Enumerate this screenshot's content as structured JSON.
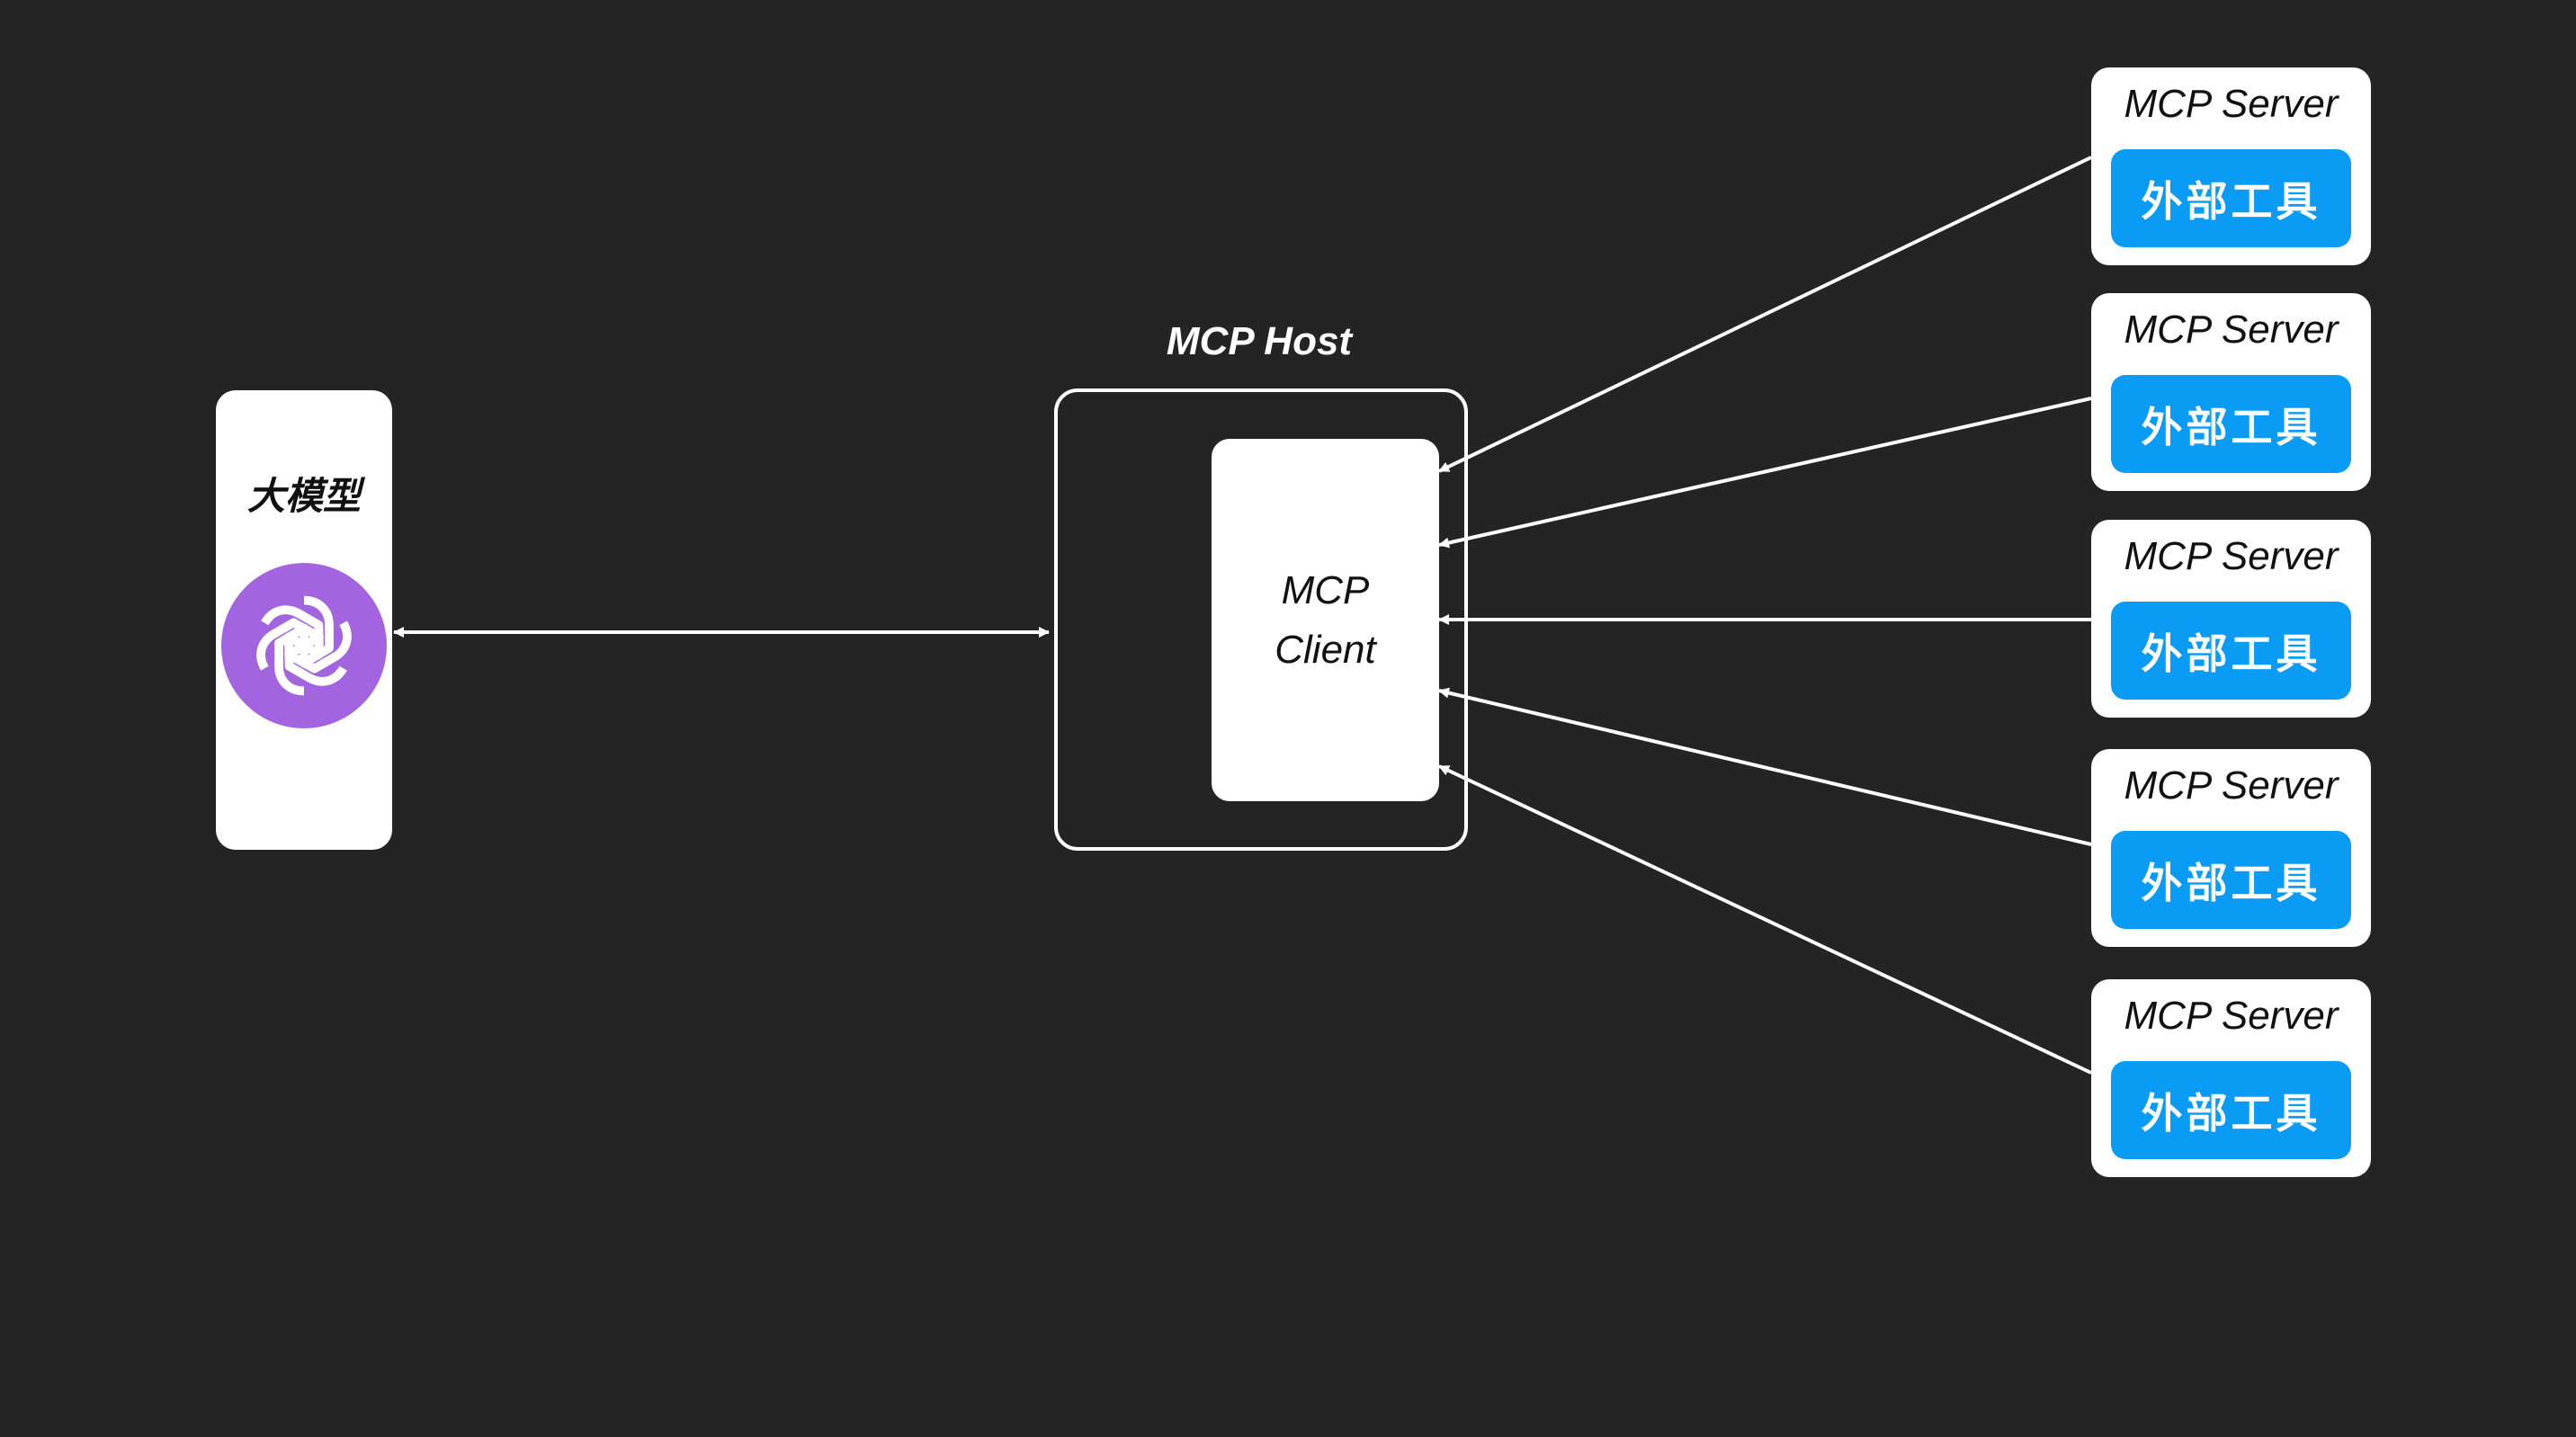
{
  "llm": {
    "title": "大模型",
    "logo_icon": "openai-logo-icon",
    "logo_color": "#a265df"
  },
  "host": {
    "label": "MCP Host"
  },
  "client": {
    "line1": "MCP",
    "line2": "Client"
  },
  "servers": [
    {
      "title": "MCP Server",
      "tool": "外部工具"
    },
    {
      "title": "MCP Server",
      "tool": "外部工具"
    },
    {
      "title": "MCP Server",
      "tool": "外部工具"
    },
    {
      "title": "MCP Server",
      "tool": "外部工具"
    },
    {
      "title": "MCP Server",
      "tool": "外部工具"
    }
  ],
  "colors": {
    "background": "#242424",
    "tool_blue": "#0a9cf5",
    "line": "#ffffff"
  }
}
